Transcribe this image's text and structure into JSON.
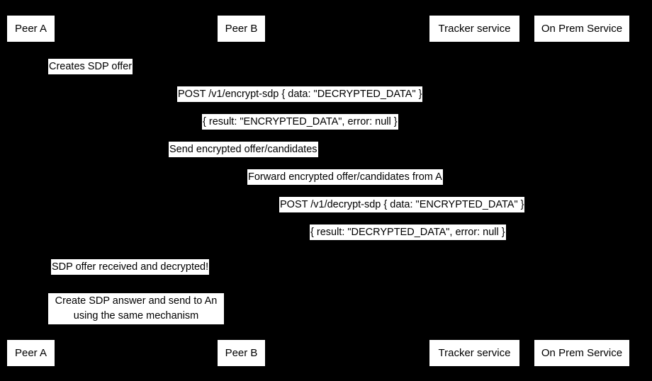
{
  "diagram": {
    "type": "sequence-diagram",
    "background_color": "#000000",
    "box_color": "#ffffff",
    "text_color": "#000000",
    "participants": [
      {
        "id": "peer-a",
        "label": "Peer A"
      },
      {
        "id": "peer-b",
        "label": "Peer B"
      },
      {
        "id": "tracker-service",
        "label": "Tracker service"
      },
      {
        "id": "on-prem-service",
        "label": "On Prem Service"
      }
    ],
    "messages": [
      {
        "id": "creates-sdp-offer",
        "text": "Creates SDP offer",
        "from": "peer-a",
        "to": "peer-a",
        "kind": "self"
      },
      {
        "id": "post-encrypt-sdp",
        "text": "POST /v1/encrypt-sdp { data: \"DECRYPTED_DATA\" }",
        "from": "peer-a",
        "to": "on-prem-service",
        "kind": "call"
      },
      {
        "id": "encrypt-sdp-result",
        "text": "{ result: \"ENCRYPTED_DATA\", error: null }",
        "from": "on-prem-service",
        "to": "peer-a",
        "kind": "return"
      },
      {
        "id": "send-encrypted-offer",
        "text": "Send encrypted offer/candidates",
        "from": "peer-a",
        "to": "tracker-service",
        "kind": "call"
      },
      {
        "id": "forward-encrypted-offer",
        "text": "Forward encrypted offer/candidates from A",
        "from": "tracker-service",
        "to": "peer-b",
        "kind": "call"
      },
      {
        "id": "post-decrypt-sdp",
        "text": "POST /v1/decrypt-sdp { data: \"ENCRYPTED_DATA\" }",
        "from": "peer-b",
        "to": "on-prem-service",
        "kind": "call"
      },
      {
        "id": "decrypt-sdp-result",
        "text": "{ result: \"DECRYPTED_DATA\", error: null }",
        "from": "on-prem-service",
        "to": "peer-b",
        "kind": "return"
      },
      {
        "id": "sdp-offer-received",
        "text": "SDP offer received and decrypted!",
        "from": "peer-b",
        "to": "peer-b",
        "kind": "self"
      },
      {
        "id": "create-sdp-answer",
        "text_line_1": "Create SDP answer and send to An",
        "text_line_2": "using the same mechanism",
        "from": "peer-b",
        "to": "peer-b",
        "kind": "self-multiline"
      }
    ]
  }
}
